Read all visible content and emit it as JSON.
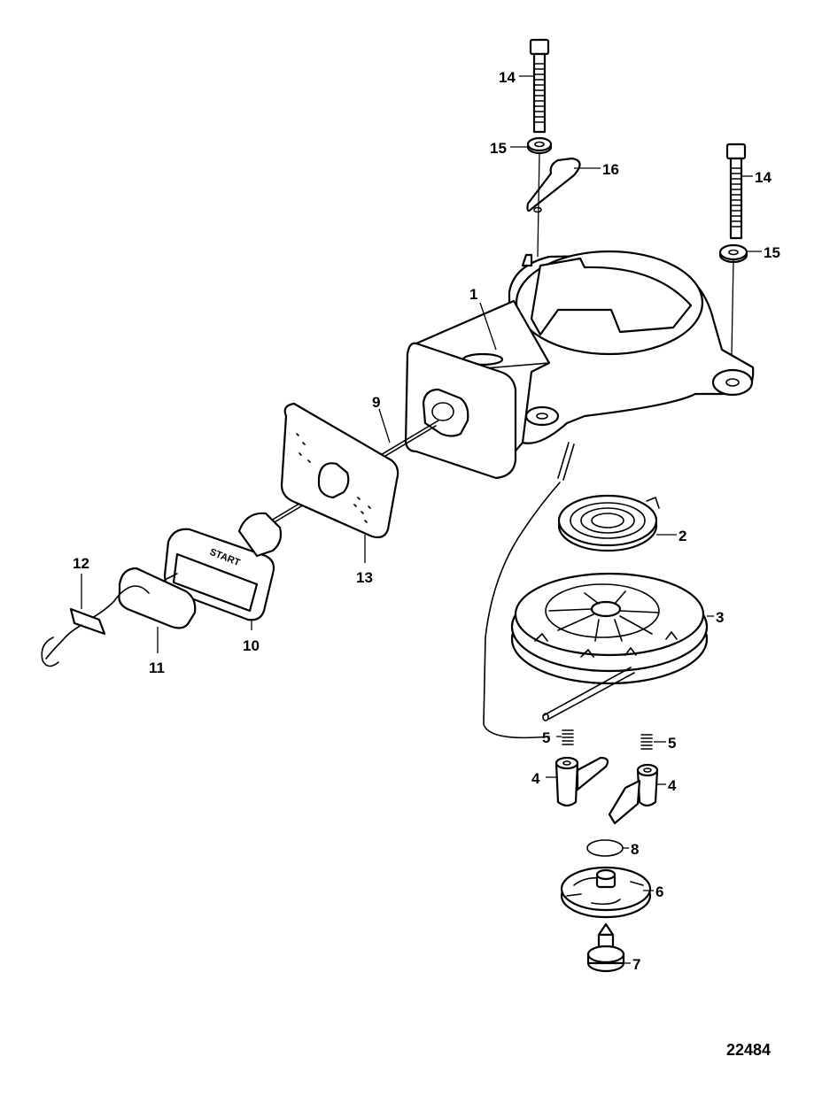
{
  "diagram": {
    "figure_number": "22484",
    "imprint_text": "START",
    "callouts": [
      {
        "id": "c1",
        "label": "1"
      },
      {
        "id": "c2",
        "label": "2"
      },
      {
        "id": "c3",
        "label": "3"
      },
      {
        "id": "c4a",
        "label": "4"
      },
      {
        "id": "c4b",
        "label": "4"
      },
      {
        "id": "c5a",
        "label": "5"
      },
      {
        "id": "c5b",
        "label": "5"
      },
      {
        "id": "c6",
        "label": "6"
      },
      {
        "id": "c7",
        "label": "7"
      },
      {
        "id": "c8",
        "label": "8"
      },
      {
        "id": "c9",
        "label": "9"
      },
      {
        "id": "c10",
        "label": "10"
      },
      {
        "id": "c11",
        "label": "11"
      },
      {
        "id": "c12",
        "label": "12"
      },
      {
        "id": "c13",
        "label": "13"
      },
      {
        "id": "c14a",
        "label": "14"
      },
      {
        "id": "c14b",
        "label": "14"
      },
      {
        "id": "c15a",
        "label": "15"
      },
      {
        "id": "c15b",
        "label": "15"
      },
      {
        "id": "c16",
        "label": "16"
      }
    ]
  }
}
